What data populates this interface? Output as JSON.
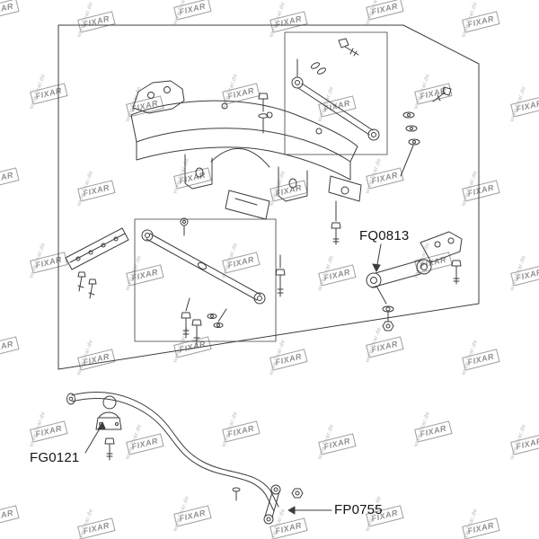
{
  "watermark": {
    "logo": "FIXAR",
    "url": "www.fixar.de"
  },
  "diagram": {
    "part_labels": [
      {
        "id": "fq0813",
        "label": "FQ0813"
      },
      {
        "id": "fg0121",
        "label": "FG0121"
      },
      {
        "id": "fp0755",
        "label": "FP0755"
      }
    ]
  },
  "colors": {
    "line": "#3d3d3d",
    "label": "#141414",
    "watermark_box": "#9d9d9d",
    "watermark_text": "#8e8e8e",
    "background": "#ffffff"
  }
}
